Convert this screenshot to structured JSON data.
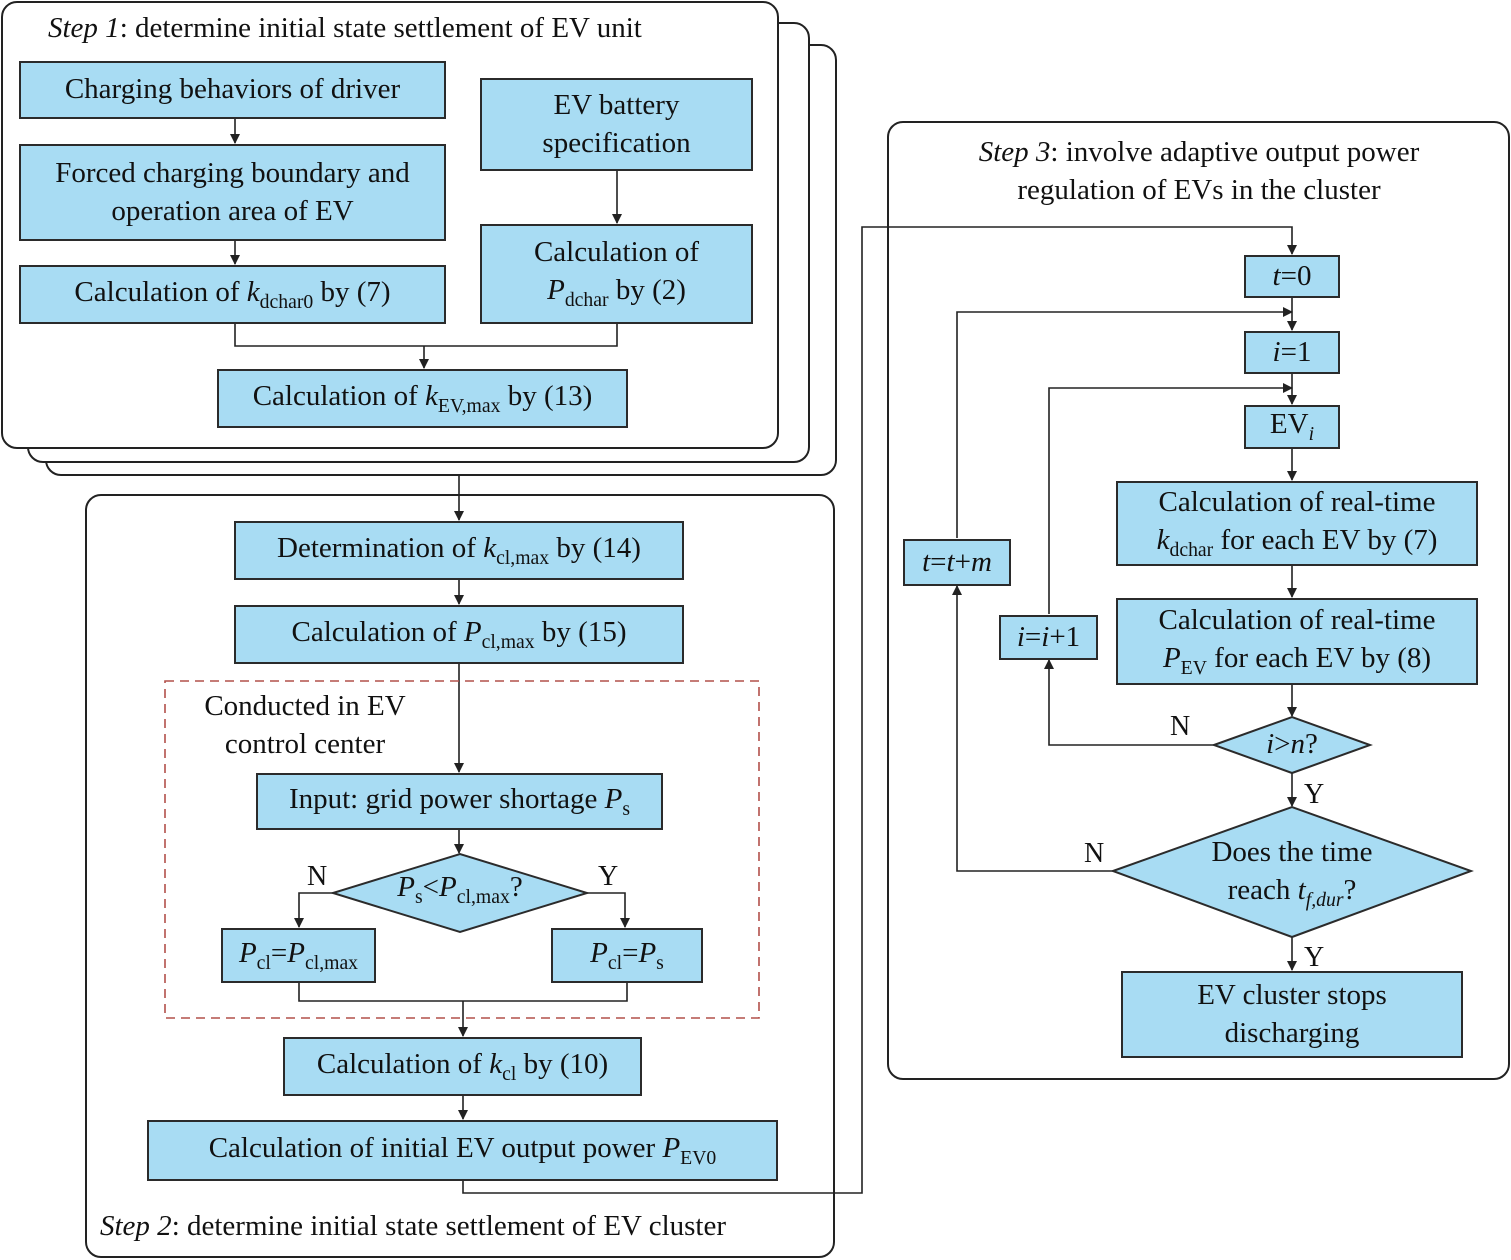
{
  "step1": {
    "title_em": "Step 1",
    "title_rest": ": determine initial state settlement of EV unit",
    "charging_behaviors": "Charging behaviors of driver",
    "forced_boundary": "Forced charging boundary and operation area of EV",
    "kdchar0": {
      "pre": "Calculation of ",
      "var": "k",
      "sub": "dchar0",
      "post": " by (7)"
    },
    "battery_spec": "EV battery specification",
    "pdchar": {
      "line1": "Calculation of",
      "var": "P",
      "sub": "dchar",
      "post": " by (2)"
    },
    "kevmax": {
      "pre": "Calculation of ",
      "var": "k",
      "sub": "EV,max",
      "post": " by (13)"
    }
  },
  "step2": {
    "title_em": "Step 2",
    "title_rest": ": determine initial state settlement of EV cluster",
    "kclmax": {
      "pre": "Determination of ",
      "var": "k",
      "sub": "cl,max",
      "post": " by (14)"
    },
    "pclmax": {
      "pre": "Calculation of ",
      "var": "P",
      "sub": "cl,max",
      "post": " by (15)"
    },
    "control_center": "Conducted in EV control center",
    "input": {
      "pre": "Input: grid power shortage ",
      "var": "P",
      "sub": "s"
    },
    "decision": {
      "v1": "P",
      "s1": "s",
      "op": "<",
      "v2": "P",
      "s2": "cl,max",
      "post": "?"
    },
    "n_label": "N",
    "y_label": "Y",
    "pcl_left": {
      "v1": "P",
      "s1": "cl",
      "eq": "=",
      "v2": "P",
      "s2": "cl,max"
    },
    "pcl_right": {
      "v1": "P",
      "s1": "cl",
      "eq": "=",
      "v2": "P",
      "s2": "s"
    },
    "kcl": {
      "pre": "Calculation of ",
      "var": "k",
      "sub": "cl",
      "post": " by (10)"
    },
    "pev0": {
      "pre": "Calculation of initial EV output power ",
      "var": "P",
      "sub": "EV0"
    }
  },
  "step3": {
    "title_em": "Step 3",
    "title_rest": ": involve adaptive output power regulation of EVs in the cluster",
    "t0": {
      "var": "t",
      "rest": "=0"
    },
    "i1": {
      "var": "i",
      "rest": "=1"
    },
    "evi": {
      "pre": "EV",
      "sub": "i"
    },
    "kdchar_rt": {
      "line1": "Calculation of real-time",
      "var": "k",
      "sub": "dchar",
      "post": " for each EV by (7)"
    },
    "pev_rt": {
      "line1": "Calculation of real-time",
      "var": "P",
      "sub": "EV",
      "post": " for each EV by (8)"
    },
    "i_inc": {
      "v1": "i",
      "eq": "=",
      "v2": "i",
      "rest": "+1"
    },
    "t_inc": {
      "v1": "t",
      "eq": "=",
      "v2": "t",
      "op": "+",
      "v3": "m"
    },
    "i_gt_n": {
      "v1": "i",
      "op": ">",
      "v2": "n",
      "post": "?"
    },
    "time_check": {
      "line1": "Does the time",
      "pre": "reach ",
      "var": "t",
      "sub": "f,dur",
      "post": "?"
    },
    "n_label": "N",
    "y_label": "Y",
    "n2_label": "N",
    "y2_label": "Y",
    "stop": "EV cluster stops discharging"
  }
}
